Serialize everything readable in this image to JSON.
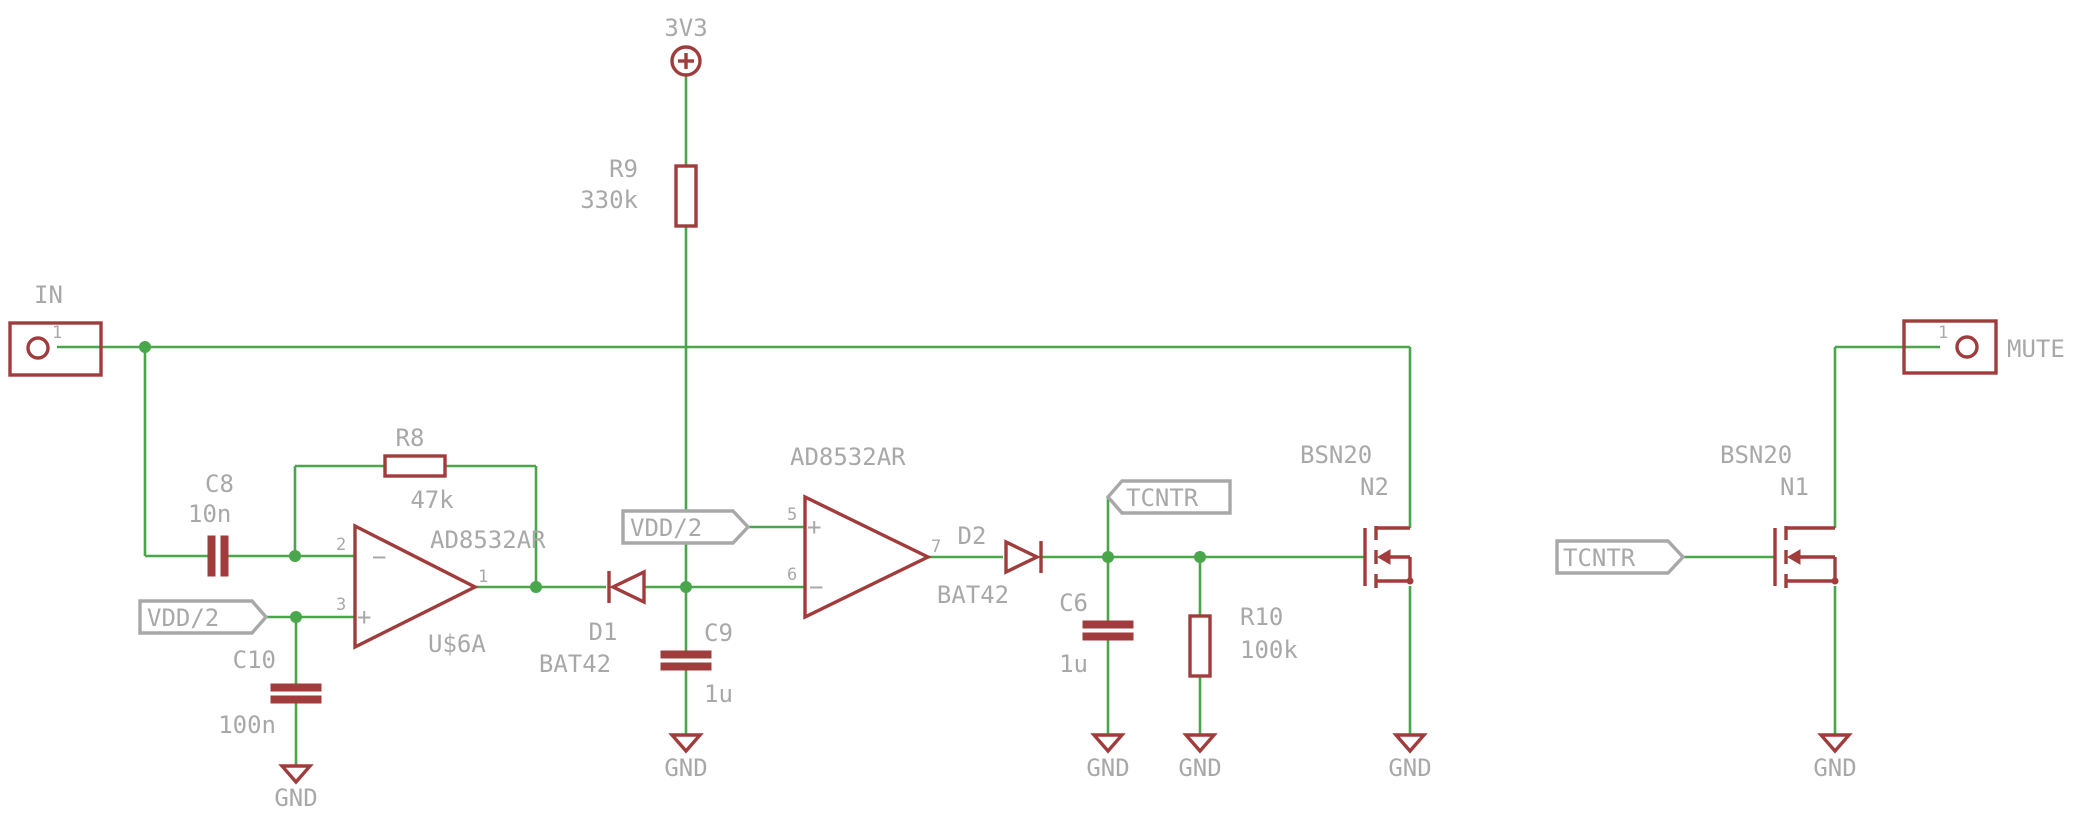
{
  "supply": {
    "name": "3V3"
  },
  "connectors": {
    "in": {
      "name": "IN",
      "pin": "1"
    },
    "mute": {
      "name": "MUTE",
      "pin": "1"
    }
  },
  "components": {
    "r8": {
      "ref": "R8",
      "value": "47k"
    },
    "r9": {
      "ref": "R9",
      "value": "330k"
    },
    "r10": {
      "ref": "R10",
      "value": "100k"
    },
    "c8": {
      "ref": "C8",
      "value": "10n"
    },
    "c9": {
      "ref": "C9",
      "value": "1u"
    },
    "c6": {
      "ref": "C6",
      "value": "1u"
    },
    "c10": {
      "ref": "C10",
      "value": "100n"
    },
    "d1": {
      "ref": "D1",
      "value": "BAT42"
    },
    "d2": {
      "ref": "D2",
      "value": "BAT42"
    },
    "u6a": {
      "ref": "U$6A",
      "value": "AD8532AR",
      "pin_minus": "2",
      "pin_plus": "3",
      "pin_out": "1",
      "minus_sign": "−",
      "plus_sign": "+"
    },
    "u6b": {
      "value": "AD8532AR",
      "pin_plus": "5",
      "pin_minus": "6",
      "pin_out": "7",
      "minus_sign": "−",
      "plus_sign": "+"
    },
    "n2": {
      "ref": "N2",
      "value": "BSN20"
    },
    "n1": {
      "ref": "N1",
      "value": "BSN20"
    }
  },
  "net_labels": {
    "vdd_half_1": "VDD/2",
    "vdd_half_2": "VDD/2",
    "tcntr_1": "TCNTR",
    "tcntr_2": "TCNTR"
  },
  "grounds": {
    "c10": "GND",
    "c9": "GND",
    "c6": "GND",
    "r10": "GND",
    "n2": "GND",
    "n1": "GND"
  },
  "colors": {
    "wire": "#4aa64a",
    "part": "#a03c3c",
    "label": "#a8a8a8"
  }
}
